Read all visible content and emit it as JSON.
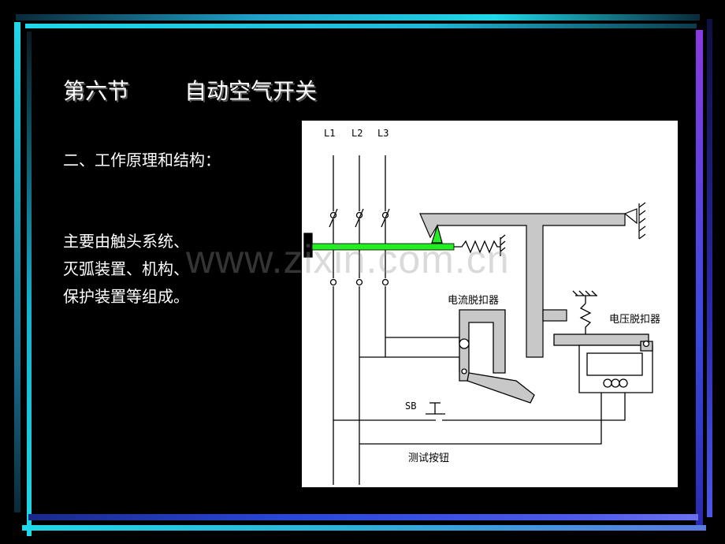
{
  "slide": {
    "section": "第六节",
    "topic": "自动空气开关",
    "subheading": "二、工作原理和结构：",
    "description_lines": [
      "主要由触头系统、",
      "灭弧装置、机构、",
      "保护装置等组成。"
    ]
  },
  "diagram": {
    "phase_labels": [
      "L1",
      "L2",
      "L3"
    ],
    "overcurrent_release_label": "电流脱扣器",
    "undervoltage_release_label": "电压脱扣器",
    "test_button_label": "SB",
    "test_button_caption": "测试按钮"
  },
  "watermark": "www.zixin.com.cn",
  "colors": {
    "background": "#000000",
    "text": "#ffffff",
    "contact_bar": "#22ee22",
    "frame_gray": "#c8c8c8"
  }
}
